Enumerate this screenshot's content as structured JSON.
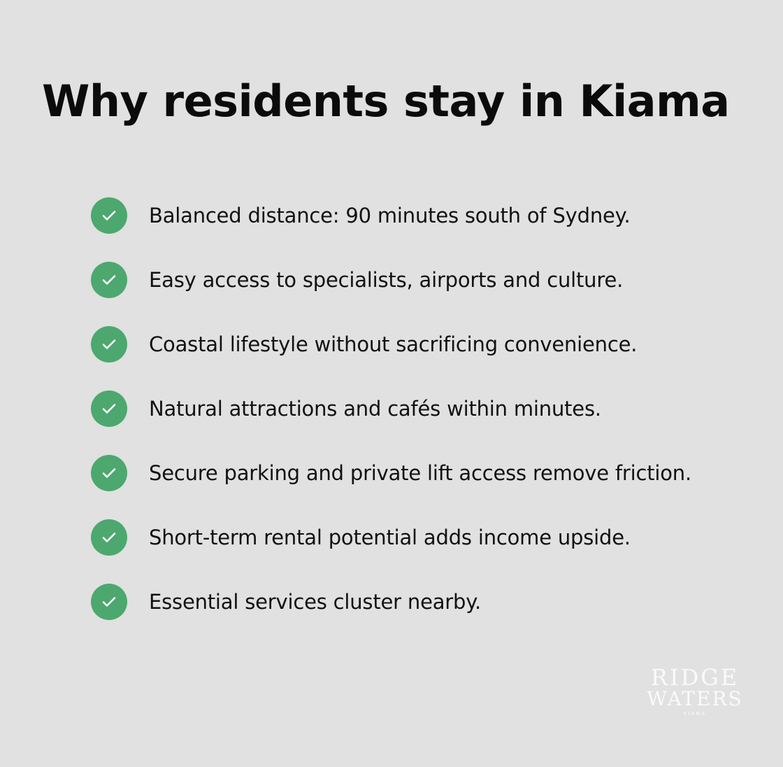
{
  "title": "Why residents stay in Kiama",
  "accent_color": "#4ca86e",
  "items": [
    {
      "icon": "check-circle-icon",
      "label": "Balanced distance: 90 minutes south of Sydney."
    },
    {
      "icon": "check-circle-icon",
      "label": "Easy access to specialists, airports and culture."
    },
    {
      "icon": "check-circle-icon",
      "label": "Coastal lifestyle without sacrificing convenience."
    },
    {
      "icon": "check-circle-icon",
      "label": "Natural attractions and cafés within minutes."
    },
    {
      "icon": "check-circle-icon",
      "label": "Secure parking and private lift access remove friction."
    },
    {
      "icon": "check-circle-icon",
      "label": "Short-term rental potential adds income upside."
    },
    {
      "icon": "check-circle-icon",
      "label": "Essential services cluster nearby."
    }
  ],
  "logo": {
    "line1": "RIDGE",
    "line2": "WATERS",
    "line3": "KIAMA"
  }
}
